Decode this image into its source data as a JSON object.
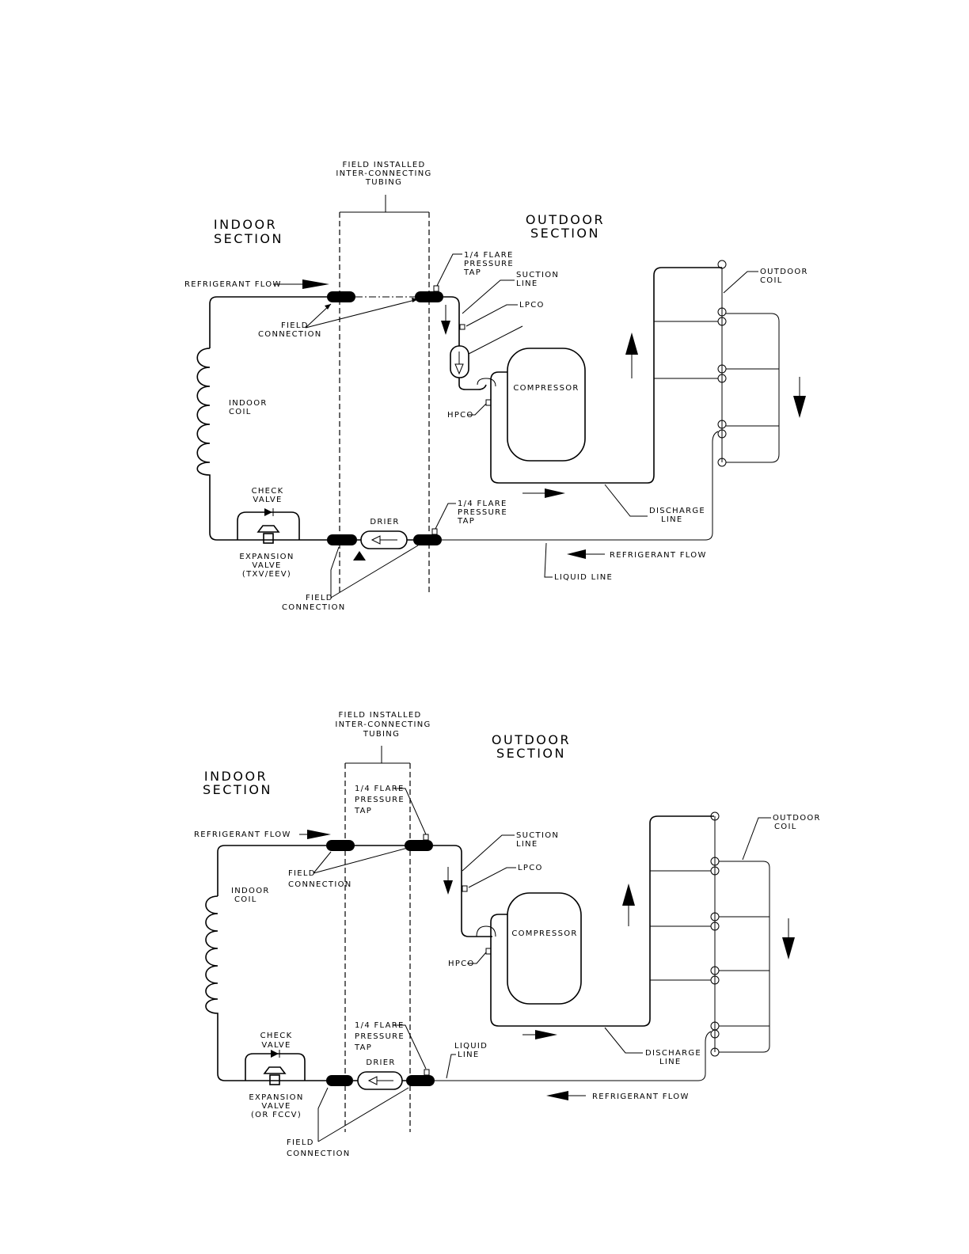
{
  "diagrams": [
    {
      "field_tubing_label": [
        "FIELD INSTALLED",
        "INTER-CONNECTING",
        "TUBING"
      ],
      "indoor_section": [
        "INDOOR",
        "SECTION"
      ],
      "outdoor_section": [
        "OUTDOOR",
        "SECTION"
      ],
      "refrigerant_flow_top": "REFRIGERANT FLOW",
      "refrigerant_flow_bottom": "REFRIGERANT FLOW",
      "flare_tap_top": [
        "1/4 FLARE",
        "PRESSURE",
        "TAP"
      ],
      "flare_tap_bottom": [
        "1/4 FLARE",
        "PRESSURE",
        "TAP"
      ],
      "suction_line": [
        "SUCTION",
        "LINE"
      ],
      "lpco": "LPCO",
      "hpco": "HPCO",
      "compressor": "COMPRESSOR",
      "outdoor_coil": [
        "OUTDOOR",
        "COIL"
      ],
      "indoor_coil": [
        "INDOOR",
        "COIL"
      ],
      "field_connection_top": [
        "FIELD",
        "CONNECTION"
      ],
      "field_connection_bottom": [
        "FIELD",
        "CONNECTION"
      ],
      "check_valve": [
        "CHECK",
        "VALVE"
      ],
      "expansion_valve": [
        "EXPANSION",
        "VALVE",
        "(TXV/EEV)"
      ],
      "drier": "DRIER",
      "discharge_line": [
        "DISCHARGE",
        "LINE"
      ],
      "liquid_line": "LIQUID LINE"
    },
    {
      "field_tubing_label": [
        "FIELD INSTALLED",
        "INTER-CONNECTING",
        "TUBING"
      ],
      "indoor_section": [
        "INDOOR",
        "SECTION"
      ],
      "outdoor_section": [
        "OUTDOOR",
        "SECTION"
      ],
      "refrigerant_flow_top": "REFRIGERANT FLOW",
      "refrigerant_flow_bottom": "REFRIGERANT FLOW",
      "flare_tap_top": [
        "1/4 FLARE",
        "PRESSURE",
        "TAP"
      ],
      "flare_tap_bottom": [
        "1/4 FLARE",
        "PRESSURE",
        "TAP"
      ],
      "suction_line": [
        "SUCTION",
        "LINE"
      ],
      "lpco": "LPCO",
      "hpco": "HPCO",
      "compressor": "COMPRESSOR",
      "outdoor_coil": [
        "OUTDOOR",
        "COIL"
      ],
      "indoor_coil": [
        "INDOOR",
        "COIL"
      ],
      "field_connection": [
        "FIELD",
        "CONNECTION"
      ],
      "check_valve": [
        "CHECK",
        "VALVE"
      ],
      "expansion_valve": [
        "EXPANSION",
        "VALVE",
        "(OR FCCV)"
      ],
      "drier": "DRIER",
      "liquid_line": [
        "LIQUID",
        "LINE"
      ],
      "discharge_line": [
        "DISCHARGE",
        "LINE"
      ]
    }
  ]
}
